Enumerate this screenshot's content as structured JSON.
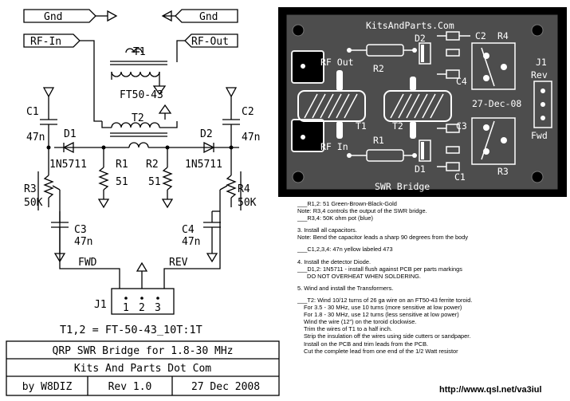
{
  "schematic": {
    "gnd_left": "Gnd",
    "gnd_right": "Gnd",
    "rf_in": "RF-In",
    "rf_out": "RF-Out",
    "t1": "T1",
    "core": "FT50-43",
    "t2": "T2",
    "c1": "C1",
    "c1_val": "47n",
    "c2": "C2",
    "c2_val": "47n",
    "d1": "D1",
    "d1_part": "1N5711",
    "d2": "D2",
    "d2_part": "1N5711",
    "r1": "R1",
    "r1_val": "51",
    "r2": "R2",
    "r2_val": "51",
    "r3": "R3",
    "r3_val": "50K",
    "r4": "R4",
    "r4_val": "50K",
    "c3": "C3",
    "c3_val": "47n",
    "c4": "C4",
    "c4_val": "47n",
    "fwd": "FWD",
    "rev": "REV",
    "j1": "J1",
    "pin1": "1",
    "pin2": "2",
    "pin3": "3",
    "turns": "T1,2 = FT-50-43_10T:1T"
  },
  "title_block": {
    "title": "QRP SWR Bridge for 1.8-30 MHz",
    "company": "Kits And Parts Dot Com",
    "author": "by W8DIZ",
    "rev": "Rev 1.0",
    "date": "27 Dec 2008"
  },
  "pcb": {
    "brand": "KitsAndParts.Com",
    "c2": "C2",
    "r4": "R4",
    "d2": "D2",
    "rf_out": "RF Out",
    "r2": "R2",
    "j1": "J1",
    "rev": "Rev",
    "c4": "C4",
    "date": "27-Dec-08",
    "t1": "T1",
    "t2": "T2",
    "c3": "C3",
    "fwd": "Fwd",
    "rf_in": "RF In",
    "r1": "R1",
    "d1": "D1",
    "r3": "R3",
    "c1": "C1",
    "board_name": "SWR Bridge"
  },
  "notes": [
    "___R1,2: 51 Green-Brown-Black-Gold",
    "Note: R3,4 controls the output of the SWR bridge.",
    "___R3,4: 50K ohm pot (blue)",
    "3. Install all capacitors.",
    "Note: Bend the capacitor leads a sharp 90 degrees from the body",
    "___C1,2,3,4: 47n yellow labeled 473",
    "4. Install the detector Diode.",
    "___D1,2: 1N5711 - install flush against PCB per parts markings",
    "DO NOT OVERHEAT WHEN SOLDERING.",
    "5. Wind and install the Transformers.",
    "___T2: Wind 10/12 turns of 26 ga wire on an FT50-43 ferrite toroid.",
    "For 3.5 - 30 MHz, use 10 turns (more sensitive at low power)",
    "For 1.8 - 30 MHz, use 12 turns (less sensitive at low power)",
    "Wind the wire (12\") on the toroid clockwise.",
    "Trim the wires of T1 to a half inch.",
    "Strip the insulation off the wires using side cutters or sandpaper.",
    "Install on the PCB and trim leads from the PCB.",
    "Cut the complete lead from one end of the 1/2 Watt resistor"
  ],
  "url": "http://www.qsl.net/va3iul"
}
